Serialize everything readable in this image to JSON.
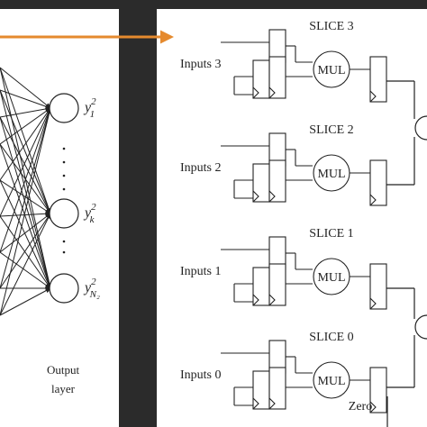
{
  "colors": {
    "backdrop": "#2b2b2b",
    "panel": "#ffffff",
    "arrow": "#e58a2e",
    "stroke": "#222222"
  },
  "left_panel": {
    "outputs": [
      {
        "main": "y",
        "sup": "2",
        "sub": "1"
      },
      {
        "main": "y",
        "sup": "2",
        "sub": "k"
      },
      {
        "main": "y",
        "sup": "2",
        "sub": "N₂"
      }
    ],
    "output_layer_label": [
      "Output",
      "layer"
    ]
  },
  "right_panel": {
    "slices": [
      {
        "title": "SLICE 3",
        "inputs": "Inputs 3",
        "unit": "MUL"
      },
      {
        "title": "SLICE 2",
        "inputs": "Inputs 2",
        "unit": "MUL"
      },
      {
        "title": "SLICE 1",
        "inputs": "Inputs 1",
        "unit": "MUL"
      },
      {
        "title": "SLICE 0",
        "inputs": "Inputs 0",
        "unit": "MUL"
      }
    ],
    "zero_label": "Zero"
  }
}
